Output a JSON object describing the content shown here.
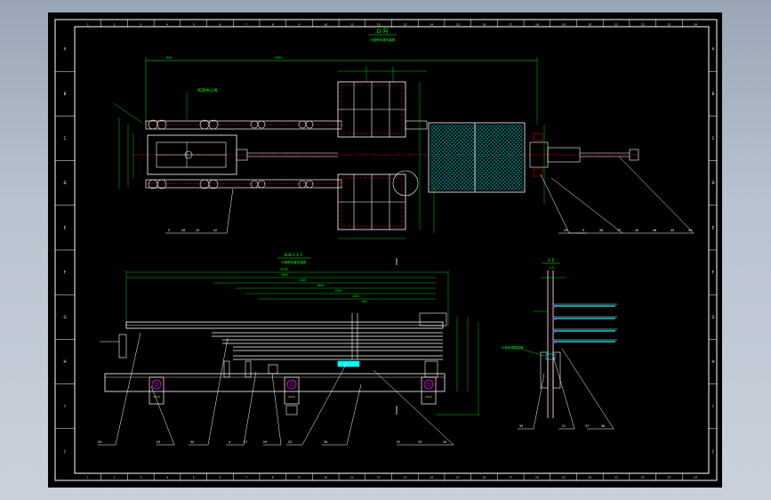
{
  "colors": {
    "viewport": "#000000",
    "frame": "#ffffff",
    "dim": "#00ff00",
    "part": "#ffffff",
    "red": "#ff0000",
    "cyan": "#00ffff",
    "magenta": "#ff00ff",
    "yellow": "#ffff00"
  },
  "border": {
    "row_letters": [
      "A",
      "B",
      "C",
      "D",
      "E",
      "F",
      "G",
      "H",
      "I",
      "J"
    ],
    "col_numbers": [
      "1",
      "2",
      "3",
      "4",
      "5",
      "6",
      "7",
      "8",
      "9",
      "10",
      "11",
      "12",
      "13",
      "14",
      "15",
      "16",
      "17",
      "18",
      "19",
      "20",
      "21",
      "22",
      "23",
      "24"
    ]
  },
  "top_view": {
    "title": "D 向",
    "subtitle": "大链条轨道安装图",
    "note_center": "机道中心线",
    "dim_total": "9350",
    "dim_left": "650",
    "callouts": [
      "5",
      "28",
      "43",
      "42"
    ],
    "right_callouts": [
      "43",
      "5",
      "48",
      "47",
      "40",
      "46",
      "45",
      "44"
    ]
  },
  "front_view": {
    "title": "B-B  1:1.5",
    "subtitle": "大链条轨道安装图",
    "dim_top": "8700",
    "dims": [
      "2650",
      "1400",
      "1600",
      "1300",
      "1000",
      "800"
    ],
    "callouts": [
      "54",
      "53",
      "50",
      "4",
      "27",
      "29",
      "25",
      "26",
      "32",
      "33",
      "34"
    ]
  },
  "side_view": {
    "title": "E-E",
    "subtitle": "1:5",
    "note": "大链条调整装置",
    "callouts": [
      "35",
      "31",
      "37",
      "36"
    ]
  }
}
